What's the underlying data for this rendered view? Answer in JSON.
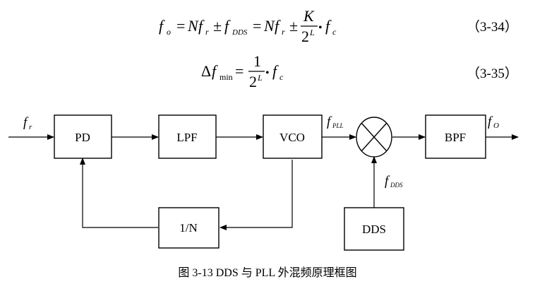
{
  "equations": [
    {
      "id": "3-34",
      "number": "（3-34）",
      "lhs_f": "f",
      "lhs_sub": "o",
      "eq1": "=",
      "term_N": "N",
      "term_f": "f",
      "term_sub_r": "r",
      "pm": "±",
      "dds_f": "f",
      "dds_sub": "DDS",
      "eq2": "=",
      "term2_N": "N",
      "term2_f": "f",
      "term2_sub_r": "r",
      "pm2": "±",
      "frac_num": "K",
      "frac_den_base": "2",
      "frac_den_exp": "L",
      "bullet": "•",
      "fc_f": "f",
      "fc_sub": "c"
    },
    {
      "id": "3-35",
      "number": "（3-35）",
      "delta": "Δ",
      "lhs_f": "f",
      "lhs_sub": "min",
      "eq": "=",
      "frac_num": "1",
      "frac_den_base": "2",
      "frac_den_exp": "L",
      "bullet": "•",
      "fc_f": "f",
      "fc_sub": "c"
    }
  ],
  "diagram": {
    "blocks": {
      "pd": "PD",
      "lpf": "LPF",
      "vco": "VCO",
      "bpf": "BPF",
      "divider": "1/N",
      "dds": "DDS"
    },
    "signals": {
      "input_f": "f",
      "input_sub": "r",
      "pll_f": "f",
      "pll_sub": "PLL",
      "dds_f": "f",
      "dds_sub": "DDS",
      "output_f": "f",
      "output_sub": "O"
    },
    "mixer_symbol": "⊗"
  },
  "caption": "图 3-13  DDS 与 PLL 外混频原理框图"
}
